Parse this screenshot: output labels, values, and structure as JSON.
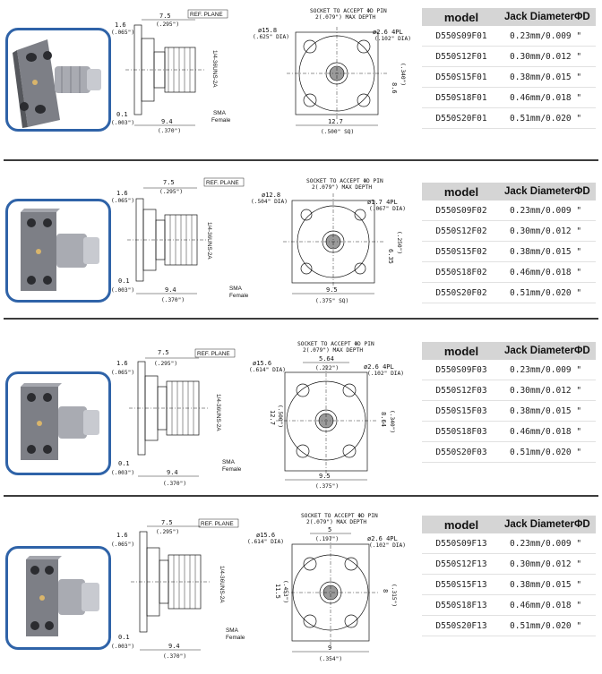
{
  "table_header": {
    "model": "model",
    "jack": "Jack DiameterΦD"
  },
  "common": {
    "ref_plane": "REF. PLANE",
    "sma": "SMA",
    "female": "Female",
    "thread": "1/4-36UNS-2A",
    "socket_line1": "SOCKET TO ACCEPT ΦD PIN",
    "socket_line2": "2(.079\") MAX DEPTH",
    "d_7_5": "7.5",
    "d_7_5_in": "(.295\")",
    "d_1_6": "1.6",
    "d_1_6_in": "(.065\")",
    "d_0_1": "0.1",
    "d_0_1_in": "(.003\")",
    "d_9_4": "9.4",
    "d_9_4_in": "(.370\")"
  },
  "sections": [
    {
      "diameters": [
        "0.23mm/0.009 \"",
        "0.30mm/0.012 \"",
        "0.38mm/0.015 \"",
        "0.46mm/0.018 \"",
        "0.51mm/0.020 \""
      ],
      "models": [
        "D550S09F01",
        "D550S12F01",
        "D550S15F01",
        "D550S18F01",
        "D550S20F01"
      ],
      "flange_dia": "ø15.8",
      "flange_dia_in": "(.625\" DIA)",
      "hole": "ø2.6 4PL",
      "hole_in": "(.102\" DIA)",
      "spacing": "8.6",
      "spacing_in": "(.340\")",
      "width": "12.7",
      "width_in": "(.500\" SQ)"
    },
    {
      "diameters": [
        "0.23mm/0.009 \"",
        "0.30mm/0.012 \"",
        "0.38mm/0.015 \"",
        "0.46mm/0.018 \"",
        "0.51mm/0.020 \""
      ],
      "models": [
        "D550S09F02",
        "D550S12F02",
        "D550S15F02",
        "D550S18F02",
        "D550S20F02"
      ],
      "flange_dia": "ø12.8",
      "flange_dia_in": "(.504\" DIA)",
      "hole": "ø1.7 4PL",
      "hole_in": "(.067\" DIA)",
      "spacing": "6.35",
      "spacing_in": "(.250\")",
      "width": "9.5",
      "width_in": "(.375\" SQ)"
    },
    {
      "diameters": [
        "0.23mm/0.009 \"",
        "0.30mm/0.012 \"",
        "0.38mm/0.015 \"",
        "0.46mm/0.018 \"",
        "0.51mm/0.020 \""
      ],
      "models": [
        "D550S09F03",
        "D550S12F03",
        "D550S15F03",
        "D550S18F03",
        "D550S20F03"
      ],
      "flange_dia": "ø15.6",
      "flange_dia_in": "(.614\" DIA)",
      "hole": "ø2.6 4PL",
      "hole_in": "(.102\" DIA)",
      "spacing": "8.64",
      "spacing_in": "(.340\")",
      "width": "9.5",
      "width_in": "(.375\")",
      "height": "12.7",
      "height_in": "(.500\")",
      "top": "5.64",
      "top_in": "(.222\")"
    },
    {
      "diameters": [
        "0.23mm/0.009 \"",
        "0.30mm/0.012 \"",
        "0.38mm/0.015 \"",
        "0.46mm/0.018 \"",
        "0.51mm/0.020 \""
      ],
      "models": [
        "D550S09F13",
        "D550S12F13",
        "D550S15F13",
        "D550S18F13",
        "D550S20F13"
      ],
      "flange_dia": "ø15.6",
      "flange_dia_in": "(.614\" DIA)",
      "hole": "ø2.6 4PL",
      "hole_in": "(.102\" DIA)",
      "spacing": "8",
      "spacing_in": "(.315\")",
      "width": "9",
      "width_in": "(.354\")",
      "height": "11.5",
      "height_in": "(.453\")",
      "top": "5",
      "top_in": "(.197\")"
    }
  ]
}
